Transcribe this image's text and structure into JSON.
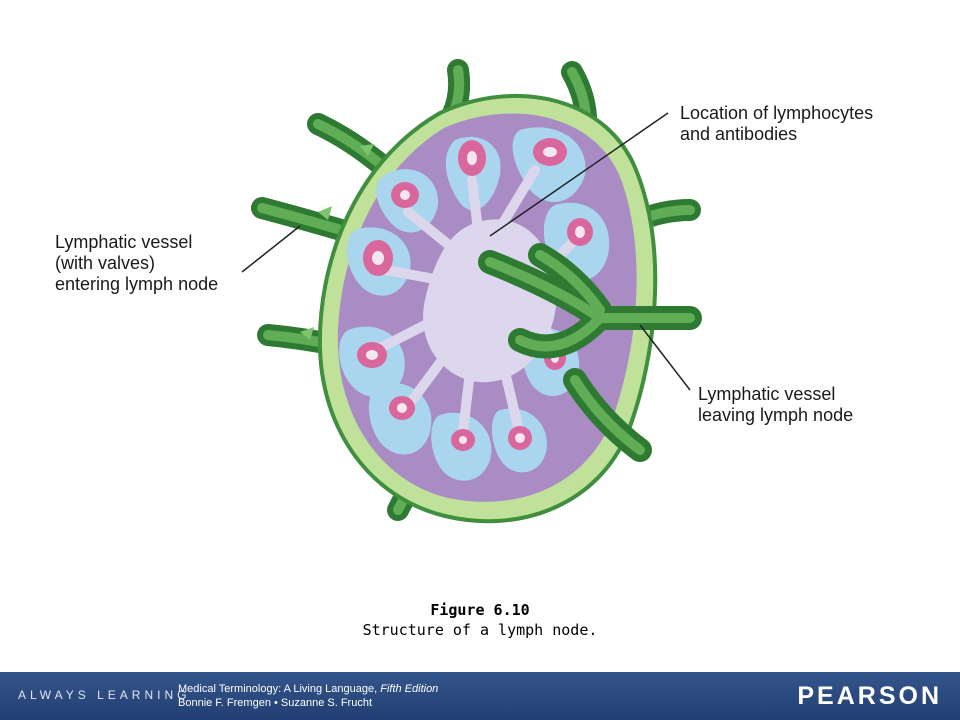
{
  "labels": {
    "left": [
      "Lymphatic vessel",
      "(with valves)",
      "entering lymph node"
    ],
    "top_right": [
      "Location of lymphocytes",
      "and antibodies"
    ],
    "bottom_right": [
      "Lymphatic vessel",
      "leaving lymph node"
    ]
  },
  "caption": {
    "figure": "Figure 6.10",
    "description": "Structure of a lymph node."
  },
  "footer": {
    "tagline": "ALWAYS LEARNING",
    "book_title": "Medical Terminology: A Living Language,",
    "book_edition": "Fifth Edition",
    "authors": "Bonnie F. Fremgen • Suzanne S. Frucht",
    "publisher": "PEARSON"
  },
  "colors": {
    "vessel_green": "#3f8f3f",
    "capsule_green": "#c9e6a6",
    "cortex_purple": "#a98cc4",
    "sinus_blue": "#a9d6ee",
    "medulla_lavender": "#dcd7ec",
    "follicle_pink": "#d9679b",
    "footer_blue": "#2a4a80"
  }
}
